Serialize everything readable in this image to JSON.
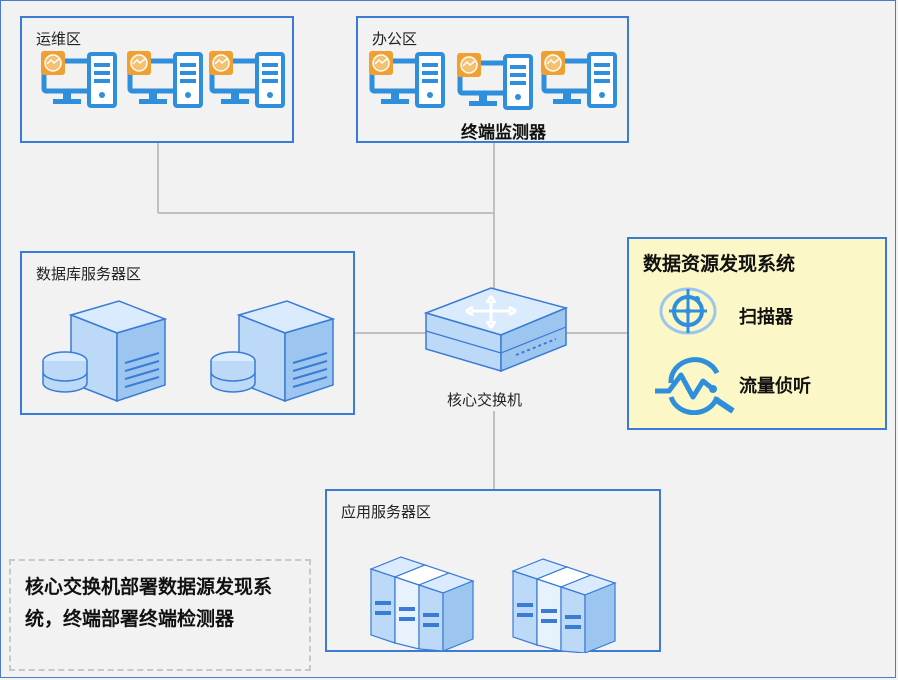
{
  "zones": {
    "ops": "运维区",
    "office": "办公区",
    "db": "数据库服务器区",
    "app": "应用服务器区"
  },
  "office_monitor_label": "终端监测器",
  "core_switch_label": "核心交换机",
  "discovery_system": {
    "title": "数据资源发现系统",
    "items": [
      {
        "label": "扫描器",
        "icon": "scanner-icon"
      },
      {
        "label": "流量侦听",
        "icon": "traffic-sniff-icon"
      }
    ]
  },
  "note": "核心交换机部署数据源发现系统，终端部署终端检测器",
  "colors": {
    "zone_border": "#3a7bd5",
    "device_blue": "#2f8fdc",
    "device_light": "#bcd9f7",
    "monitor_orange": "#f0a030",
    "feature_bg": "#fbf7c6",
    "link": "#c0c0c0"
  }
}
